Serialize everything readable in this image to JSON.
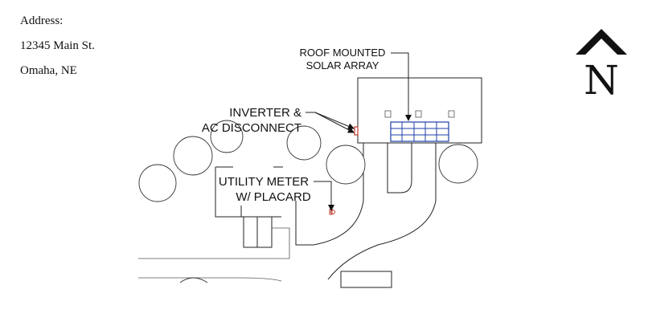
{
  "address": {
    "label": "Address:",
    "street": "12345 Main St.",
    "city": "Omaha, NE"
  },
  "labels": {
    "roof_array_line1": "ROOF MOUNTED",
    "roof_array_line2": "SOLAR ARRAY",
    "inverter_line1": "INVERTER &",
    "inverter_line2": "AC DISCONNECT",
    "meter_line1": "UTILITY METER",
    "meter_line2": "W/ PLACARD"
  },
  "north_arrow": {
    "letter": "N"
  },
  "colors": {
    "solar_panel": "#1f3fa8",
    "inverter": "#c0392b",
    "meter": "#c0392b",
    "linework": "#222222"
  }
}
